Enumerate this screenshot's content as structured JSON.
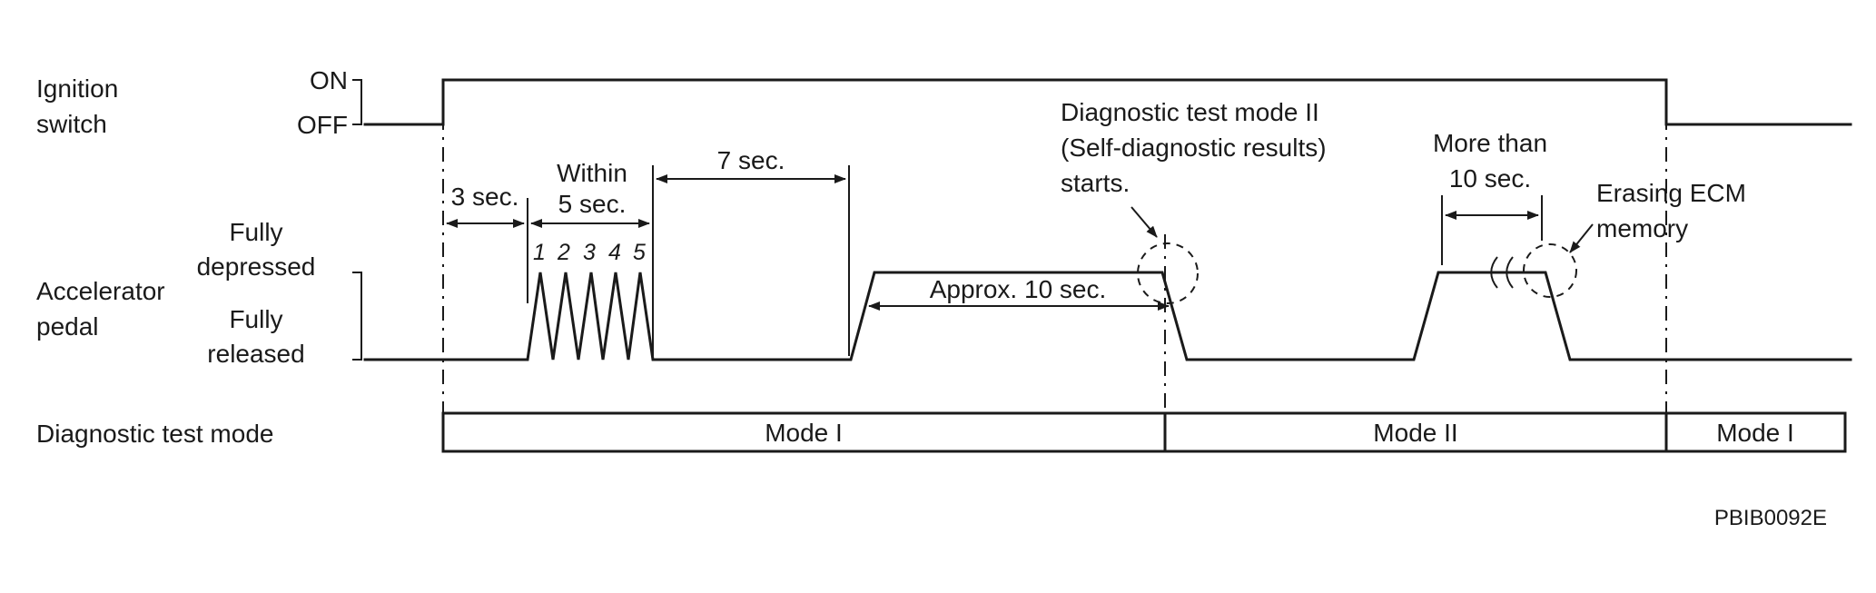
{
  "diagram": {
    "ignition": {
      "label": [
        "Ignition",
        "switch"
      ],
      "on": "ON",
      "off": "OFF"
    },
    "accelerator": {
      "label": [
        "Accelerator",
        "pedal"
      ],
      "depressed": [
        "Fully",
        "depressed"
      ],
      "released": [
        "Fully",
        "released"
      ],
      "pulses": [
        "1",
        "2",
        "3",
        "4",
        "5"
      ]
    },
    "annotations": {
      "three_sec": "3 sec.",
      "within_five": [
        "Within",
        "5 sec."
      ],
      "seven_sec": "7 sec.",
      "approx_ten": "Approx. 10 sec.",
      "more_than_ten": [
        "More than",
        "10 sec."
      ],
      "diag_start": [
        "Diagnostic test mode II",
        "(Self-diagnostic results)",
        "starts."
      ],
      "erase": [
        "Erasing ECM",
        "memory"
      ]
    },
    "mode_row": {
      "label": "Diagnostic test mode",
      "modes": [
        "Mode I",
        "Mode II",
        "Mode I"
      ]
    },
    "caption": "PBIB0092E",
    "colors": {
      "line": "#1a1a1a",
      "background": "#ffffff"
    }
  }
}
